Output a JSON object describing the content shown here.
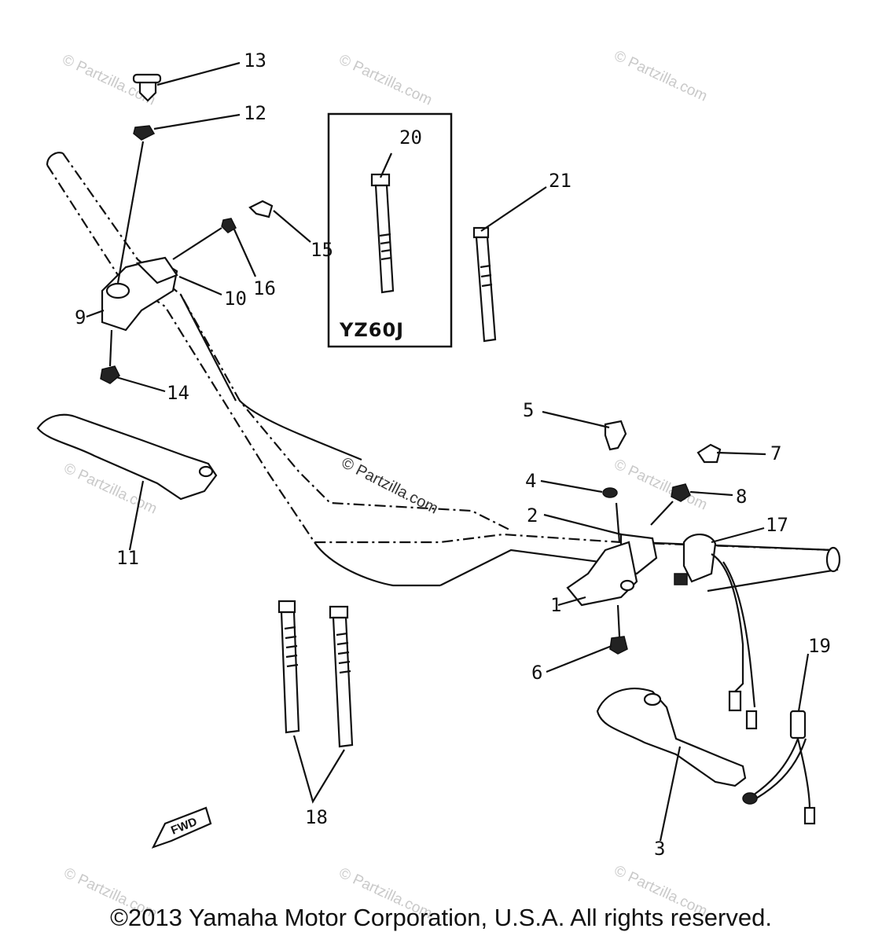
{
  "labels": {
    "n1": "1",
    "n2": "2",
    "n3": "3",
    "n4": "4",
    "n5": "5",
    "n6": "6",
    "n7": "7",
    "n8": "8",
    "n9": "9",
    "n10": "10",
    "n11": "11",
    "n12": "12",
    "n13": "13",
    "n14": "14",
    "n15": "15",
    "n16": "16",
    "n17": "17",
    "n18": "18",
    "n19": "19",
    "n20": "20",
    "n21": "21"
  },
  "inset_model": "YZ60J",
  "fwd_text": "FWD",
  "watermark": "© Partzilla.com",
  "center_watermark": "© Partzilla.com",
  "copyright": "©2013 Yamaha Motor Corporation, U.S.A. All rights reserved."
}
